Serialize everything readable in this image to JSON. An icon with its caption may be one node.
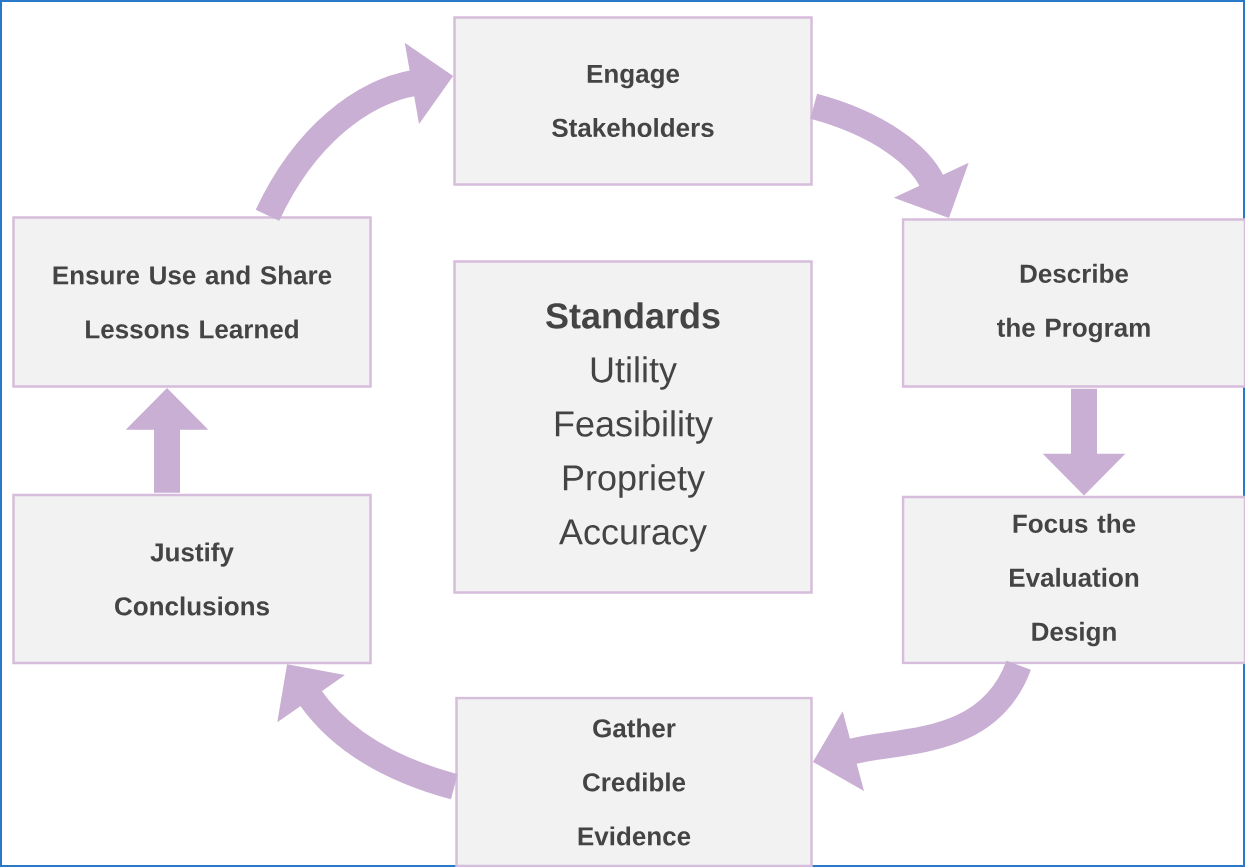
{
  "diagram": {
    "nodes": [
      {
        "text": [
          "Engage Stakeholders"
        ]
      },
      {
        "text": [
          "Describe the Program"
        ]
      },
      {
        "text": [
          "Focus the Evaluation Design"
        ]
      },
      {
        "text": [
          "Gather Credible Evidence"
        ]
      },
      {
        "text": [
          "Justify Conclusions"
        ]
      },
      {
        "text": [
          "Ensure Use and Share Lessons Learned"
        ]
      },
      {
        "text": [
          "Standards",
          "Utility",
          "Feasibility",
          "Propriety",
          "Accuracy"
        ]
      }
    ],
    "edges": [
      {
        "from": 0,
        "to": 1,
        "arrow": "to"
      },
      {
        "from": 1,
        "to": 2,
        "arrow": "to"
      },
      {
        "from": 2,
        "to": 3,
        "arrow": "to"
      },
      {
        "from": 3,
        "to": 4,
        "arrow": "to"
      },
      {
        "from": 4,
        "to": 5,
        "arrow": "to"
      },
      {
        "from": 5,
        "to": 0,
        "arrow": "to"
      }
    ]
  }
}
